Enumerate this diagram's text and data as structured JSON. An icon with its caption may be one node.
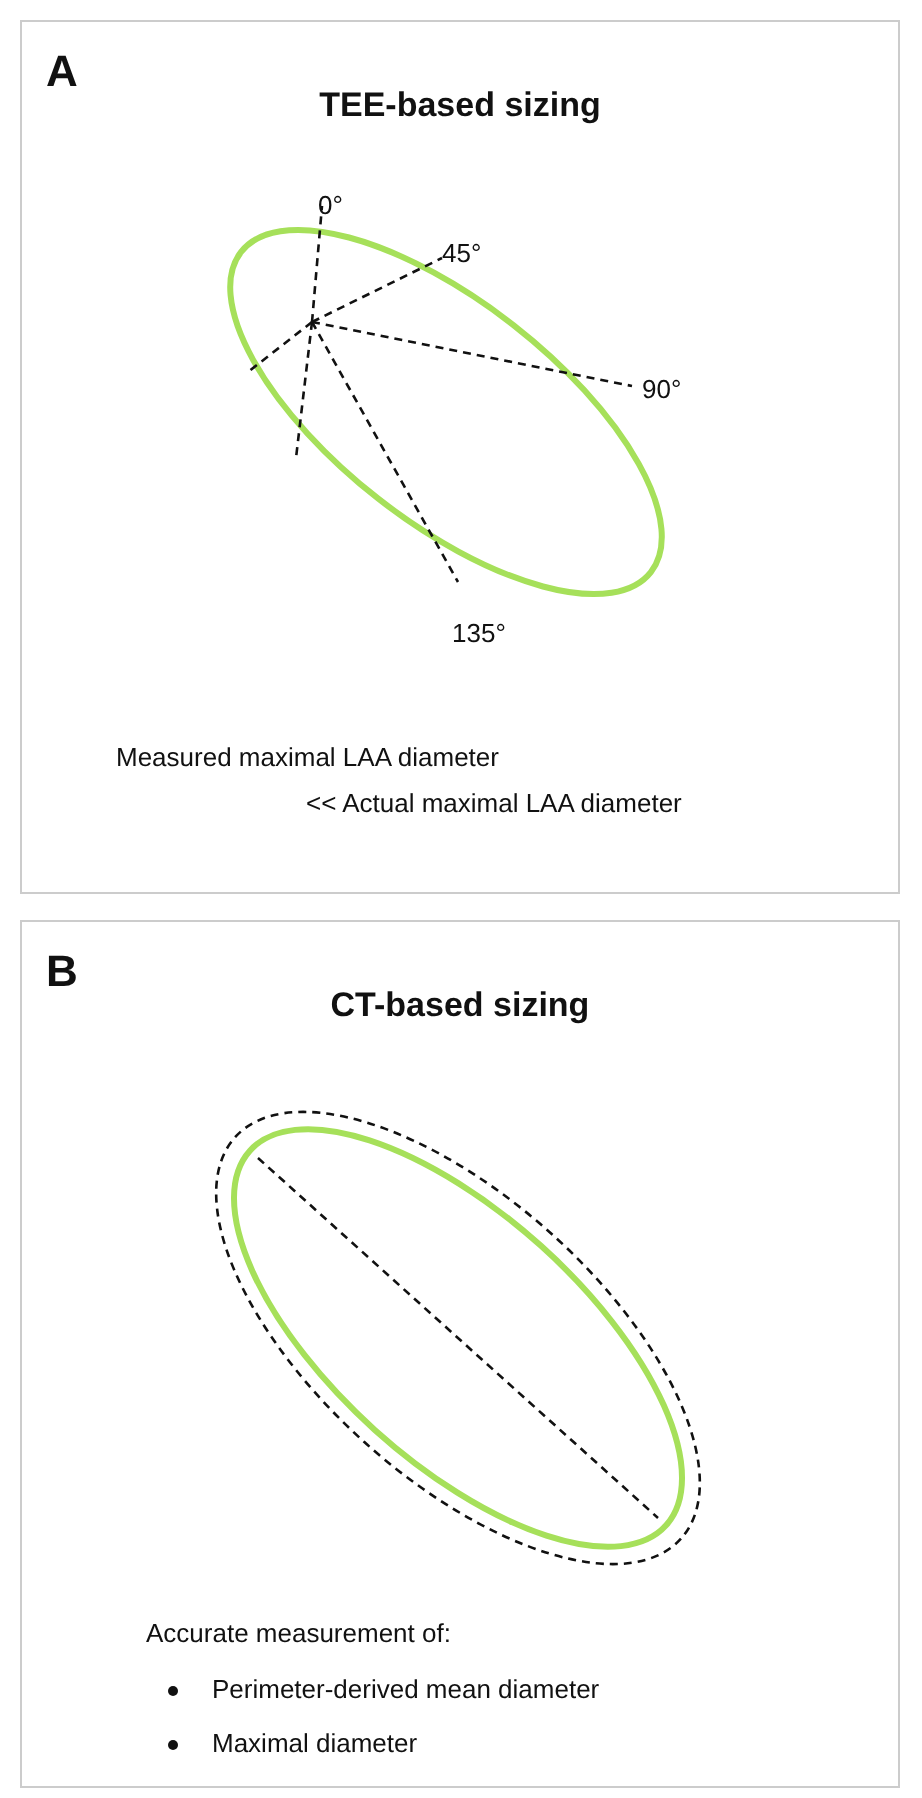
{
  "diagram": {
    "nodes": [
      {
        "text": [
          "A",
          "TEE-based sizing"
        ]
      },
      {
        "text": [
          "B",
          "CT-based sizing"
        ]
      }
    ],
    "labels": [
      "0°",
      "45°",
      "90°",
      "135°",
      "Measured maximal LAA diameter",
      "<< Actual maximal LAA diameter",
      "Accurate measurement of:",
      "Perimeter-derived mean diameter",
      "Maximal diameter"
    ]
  }
}
